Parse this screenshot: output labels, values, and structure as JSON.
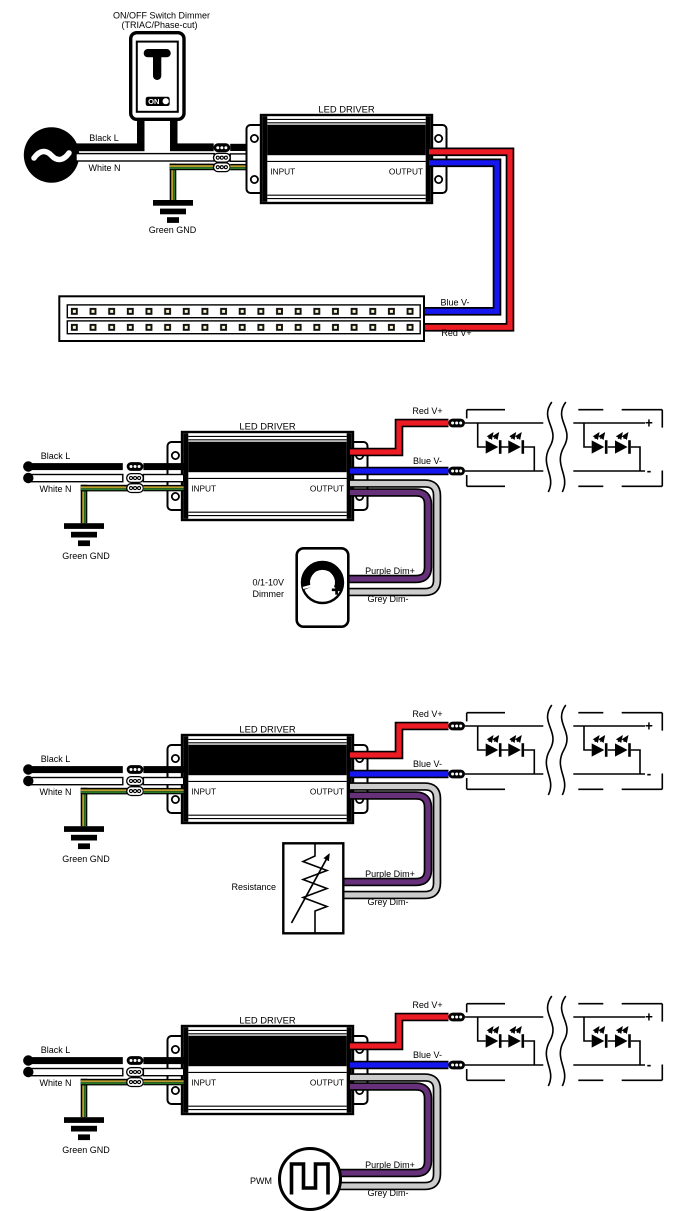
{
  "colors": {
    "wire_red": "#ed1c24",
    "wire_blue": "#1616f0",
    "wire_purple": "#66307a",
    "wire_grey": "#cccccc",
    "wire_green": "#2a7a2a",
    "wire_yellow": "#b89b2a",
    "led_chip": "#fdf6cf",
    "outline": "#000000"
  },
  "sections": [
    {
      "id": "triac-phase-cut",
      "switch_title": "ON/OFF Switch Dimmer",
      "switch_subtitle": "(TRIAC/Phase-cut)",
      "switch_state": "ON",
      "live_label": "Black L",
      "neutral_label": "White N",
      "ground_label": "Green GND",
      "driver_title": "LED DRIVER",
      "input_label": "INPUT",
      "output_label": "OUTPUT",
      "vminus_label": "Blue V-",
      "vplus_label": "Red V+"
    },
    {
      "id": "dimmer-0-1-10v",
      "live_label": "Black L",
      "neutral_label": "White N",
      "ground_label": "Green GND",
      "driver_title": "LED DRIVER",
      "input_label": "INPUT",
      "output_label": "OUTPUT",
      "vplus_label": "Red V+",
      "vminus_label": "Blue V-",
      "dim_plus_label": "Purple Dim+",
      "dim_minus_label": "Grey Dim-",
      "device_label_line1": "0/1-10V",
      "device_label_line2": "Dimmer",
      "polarity_plus": "+",
      "polarity_minus": "-"
    },
    {
      "id": "resistance",
      "live_label": "Black L",
      "neutral_label": "White N",
      "ground_label": "Green GND",
      "driver_title": "LED DRIVER",
      "input_label": "INPUT",
      "output_label": "OUTPUT",
      "vplus_label": "Red V+",
      "vminus_label": "Blue V-",
      "dim_plus_label": "Purple Dim+",
      "dim_minus_label": "Grey Dim-",
      "device_label": "Resistance",
      "polarity_plus": "+",
      "polarity_minus": "-"
    },
    {
      "id": "pwm",
      "live_label": "Black L",
      "neutral_label": "White N",
      "ground_label": "Green GND",
      "driver_title": "LED DRIVER",
      "input_label": "INPUT",
      "output_label": "OUTPUT",
      "vplus_label": "Red V+",
      "vminus_label": "Blue V-",
      "dim_plus_label": "Purple Dim+",
      "dim_minus_label": "Grey Dim-",
      "device_label": "PWM",
      "polarity_plus": "+",
      "polarity_minus": "-"
    }
  ]
}
